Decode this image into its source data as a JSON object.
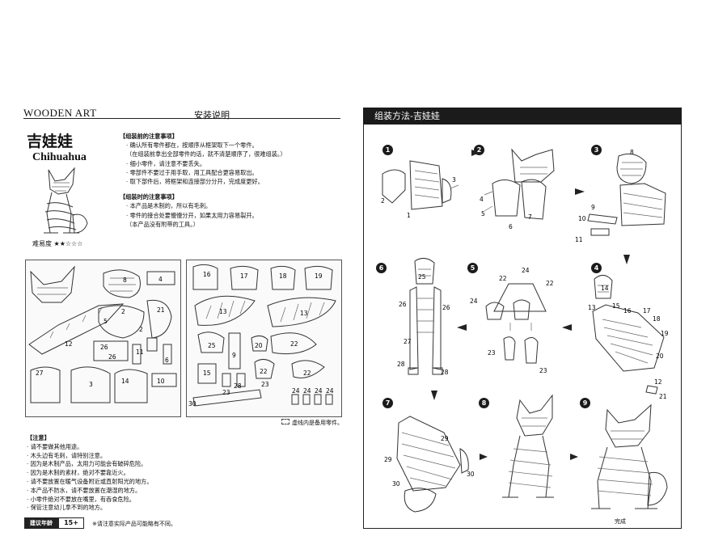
{
  "left": {
    "brand": "WOODEN ART",
    "doc_title": "安装说明",
    "name_cn": "吉娃娃",
    "name_en": "Chihuahua",
    "difficulty": "难易度 ★★☆☆☆",
    "before_heading": "【组装前的注意事项】",
    "before_items": [
      "· 确认所有零件都在，按顺序从框架取下一个零件。",
      "（在组装前拿出全部零件的话，就不清楚顺序了，很难组装。）",
      "· 细小零件，请注意不要丢失。",
      "· 零部件不要过于用手取，用工具配合更容易取出。",
      "· 取下部件后，将框架和连接部分分开，完成度更好。"
    ],
    "during_heading": "【组装时的注意事项】",
    "during_items": [
      "· 本产品是木制的，所以有毛刺。",
      "· 零件的接合处要慢慢分开，如果太用力容易裂开。",
      "（本产品没有附带的工具。）"
    ],
    "spare_note": "虚线内是备用零件。",
    "sheet_a_labels": [
      "8",
      "4",
      "2",
      "21",
      "5",
      "2",
      "12",
      "26",
      "26",
      "11",
      "6",
      "27",
      "3",
      "14",
      "10"
    ],
    "sheet_b_labels": [
      "16",
      "17",
      "18",
      "19",
      "13",
      "13",
      "25",
      "22",
      "20",
      "9",
      "15",
      "23",
      "23",
      "22",
      "22",
      "28",
      "30",
      "24",
      "24",
      "24",
      "24"
    ],
    "caution_heading": "【注意】",
    "caution_items": [
      "· 请不要做其他用途。",
      "· 木头边有毛刺，请特别注意。",
      "· 因为是木制产品，太用力可能会有破碎危险。",
      "· 因为是木制的素材，绝对不要靠近火。",
      "· 请不要放置在暖气设备附近或直射阳光的地方。",
      "· 本产品不防水，请不要放置在潮湿的地方。",
      "· 小零件绝对不要放在嘴里，有吞食危险。",
      "· 保管注意幼儿拿不到的地方。"
    ],
    "age_label": "建议年龄",
    "age_value": "15+",
    "age_note": "※请注意实际产品可能略有不同。"
  },
  "right": {
    "header": "组装方法-吉娃娃",
    "steps": [
      "1",
      "2",
      "3",
      "4",
      "5",
      "6",
      "7",
      "8",
      "9"
    ],
    "step1_labels": [
      "2",
      "1",
      "3"
    ],
    "step2_labels": [
      "4",
      "5",
      "6",
      "7"
    ],
    "step3_labels": [
      "8",
      "9",
      "10",
      "11"
    ],
    "step4_labels": [
      "14",
      "13",
      "15",
      "16",
      "17",
      "18",
      "19",
      "20",
      "12",
      "21"
    ],
    "step5_labels": [
      "22",
      "24",
      "22",
      "24",
      "23",
      "23"
    ],
    "step6_labels": [
      "25",
      "26",
      "26",
      "27",
      "28",
      "28"
    ],
    "step7_labels": [
      "29",
      "29",
      "30",
      "30"
    ],
    "finish_label": "完成"
  }
}
